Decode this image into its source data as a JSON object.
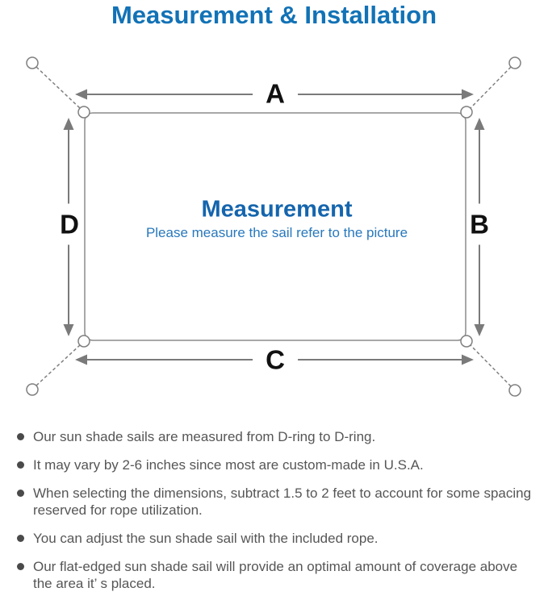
{
  "title": "Measurement & Installation",
  "diagram": {
    "label_a": "A",
    "label_b": "B",
    "label_c": "C",
    "label_d": "D",
    "center_title": "Measurement",
    "center_subtitle": "Please measure the sail refer to the picture"
  },
  "notes": [
    "Our sun shade sails are measured from D-ring to D-ring.",
    "It may vary by 2-6 inches since most are custom-made in U.S.A.",
    "When selecting the dimensions, subtract 1.5 to 2 feet to account for some spacing reserved for rope utilization.",
    "You can adjust the sun shade sail with the included rope.",
    "Our flat-edged sun shade sail will provide an optimal amount of coverage above the area it’ s placed."
  ],
  "colors": {
    "title_blue": "#1272b6",
    "center_title_blue": "#1565ad",
    "center_subtitle_blue": "#2878bd",
    "line_gray": "#7f7f7f",
    "sail_border_gray": "#8c8c8c",
    "label_black": "#111111",
    "body_text_gray": "#565656"
  }
}
